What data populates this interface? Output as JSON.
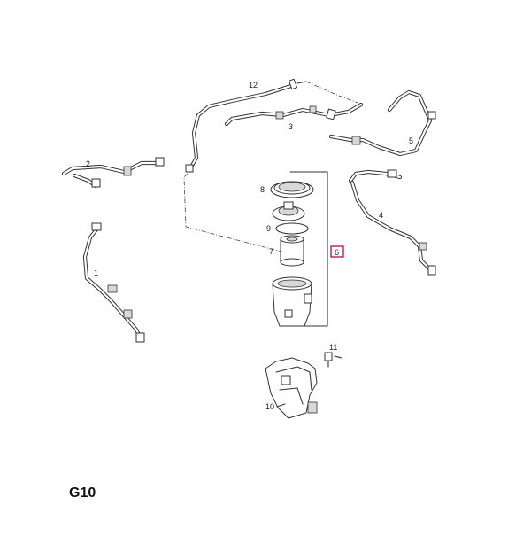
{
  "diagram": {
    "group_code": "G10",
    "callouts": {
      "part_1": "1",
      "part_2": "2",
      "part_3": "3",
      "part_4": "4",
      "part_5": "5",
      "part_6": "6",
      "part_7": "7",
      "part_8": "8",
      "part_9": "9",
      "part_10": "10",
      "part_11": "11",
      "part_12": "12"
    },
    "highlight_color": "#c2185b"
  }
}
